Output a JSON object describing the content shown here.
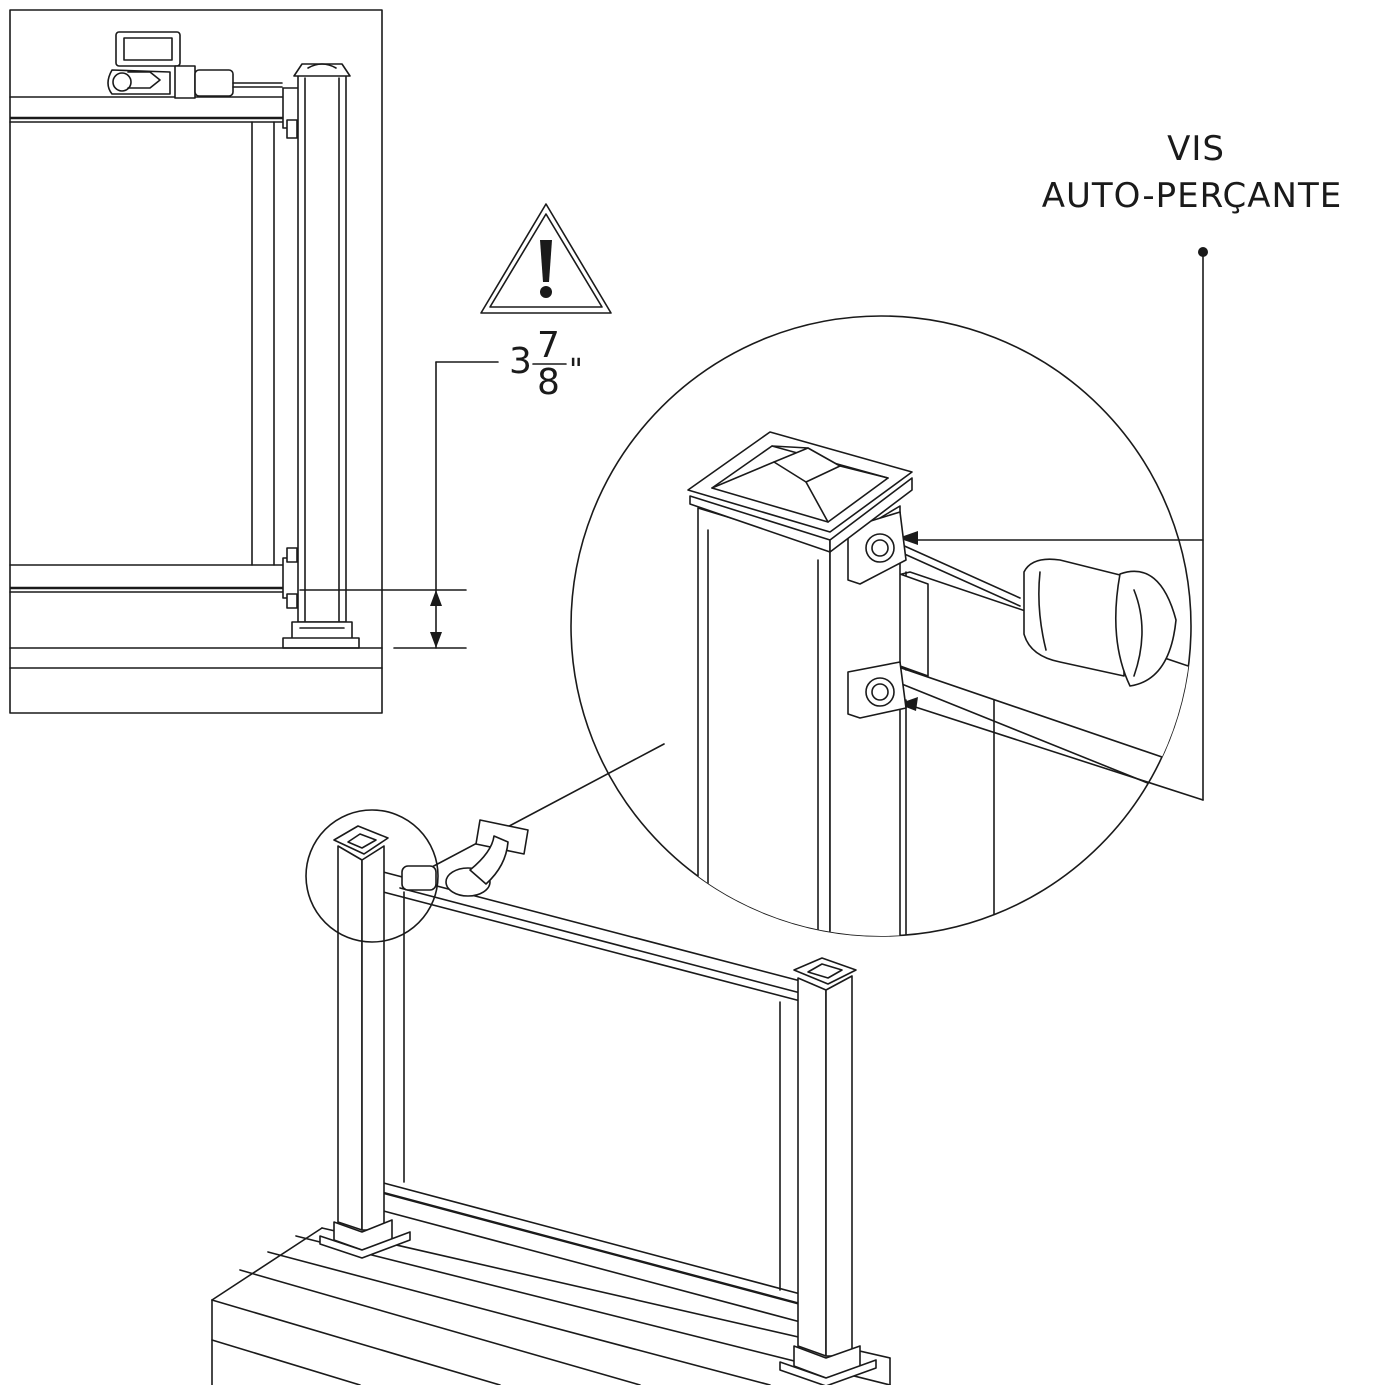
{
  "callout": {
    "line1": "VIS",
    "line2": "AUTO-PERÇANTE"
  },
  "dimension": {
    "whole": "3",
    "numerator": "7",
    "denominator": "8",
    "unit": "\""
  },
  "icons": {
    "warning": "warning-triangle-icon"
  },
  "colors": {
    "line": "#1a1a1a",
    "background": "#ffffff"
  }
}
